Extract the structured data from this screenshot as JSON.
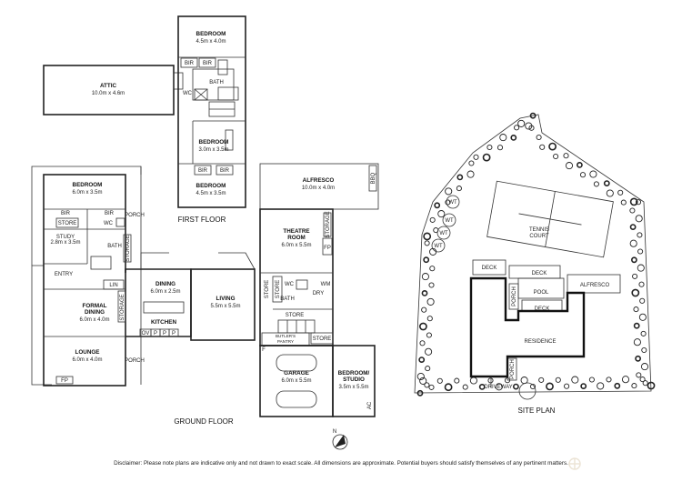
{
  "first_floor": {
    "title": "FIRST FLOOR",
    "bedroom1": {
      "name": "BEDROOM",
      "size": "4.5m x 4.0m"
    },
    "attic": {
      "name": "ATTIC",
      "size": "10.0m x 4.6m"
    },
    "bedroom2": {
      "name": "BEDROOM",
      "size": "3.0m x 3.5m"
    },
    "bedroom3": {
      "name": "BEDROOM",
      "size": "4.5m x 3.5m"
    },
    "bir": "BIR",
    "bath": "BATH",
    "wc": "WC"
  },
  "ground_floor": {
    "title": "GROUND FLOOR",
    "bedroom": {
      "name": "BEDROOM",
      "size": "6.0m x 3.5m"
    },
    "store": "STORE",
    "porch": "PORCH",
    "wc": "WC",
    "study": {
      "name": "STUDY",
      "size": "2.8m x 3.5m"
    },
    "bath": "BATH",
    "storage": "STORAGE",
    "entry": "ENTRY",
    "lin": "LIN",
    "formal_dining": {
      "name1": "FORMAL",
      "name2": "DINING",
      "size": "6.0m x 4.0m"
    },
    "dining": {
      "name": "DINING",
      "size": "6.0m x 2.5m"
    },
    "kitchen": "KITCHEN",
    "ov": "OV",
    "p": "P",
    "living": {
      "name": "LIVING",
      "size": "5.5m x 5.5m"
    },
    "lounge": {
      "name": "LOUNGE",
      "size": "6.0m x 4.0m"
    },
    "fp": "FP",
    "alfresco": {
      "name": "ALFRESCO",
      "size": "10.0m x 4.0m"
    },
    "bbq": "BBQ",
    "theatre": {
      "name1": "THEATRE",
      "name2": "ROOM",
      "size": "6.0m x 5.5m"
    },
    "dry": "DRY",
    "wm": "WM",
    "butlers": {
      "name1": "BUTLER'S",
      "name2": "PANTRY"
    },
    "f": "F",
    "garage": {
      "name": "GARAGE",
      "size": "6.0m x 5.5m"
    },
    "studio": {
      "name1": "BEDROOM/",
      "name2": "STUDIO",
      "size": "3.5m x 5.5m"
    },
    "ac": "AC"
  },
  "site_plan": {
    "title": "SITE PLAN",
    "deck": "DECK",
    "alfresco": "ALFRESCO",
    "porch": "PORCH",
    "pool": "POOL",
    "residence": "RESIDENCE",
    "driveway": "DRIVEWAY",
    "tennis": {
      "line1": "TENNIS",
      "line2": "COURT"
    },
    "wt": "WT"
  },
  "compass": {
    "label": "N"
  },
  "disclaimer": "Disclaimer: Please note plans are indicative only and not drawn to exact scale. All dimensions are approximate. Potential buyers should satisfy themselves of any pertinent matters."
}
